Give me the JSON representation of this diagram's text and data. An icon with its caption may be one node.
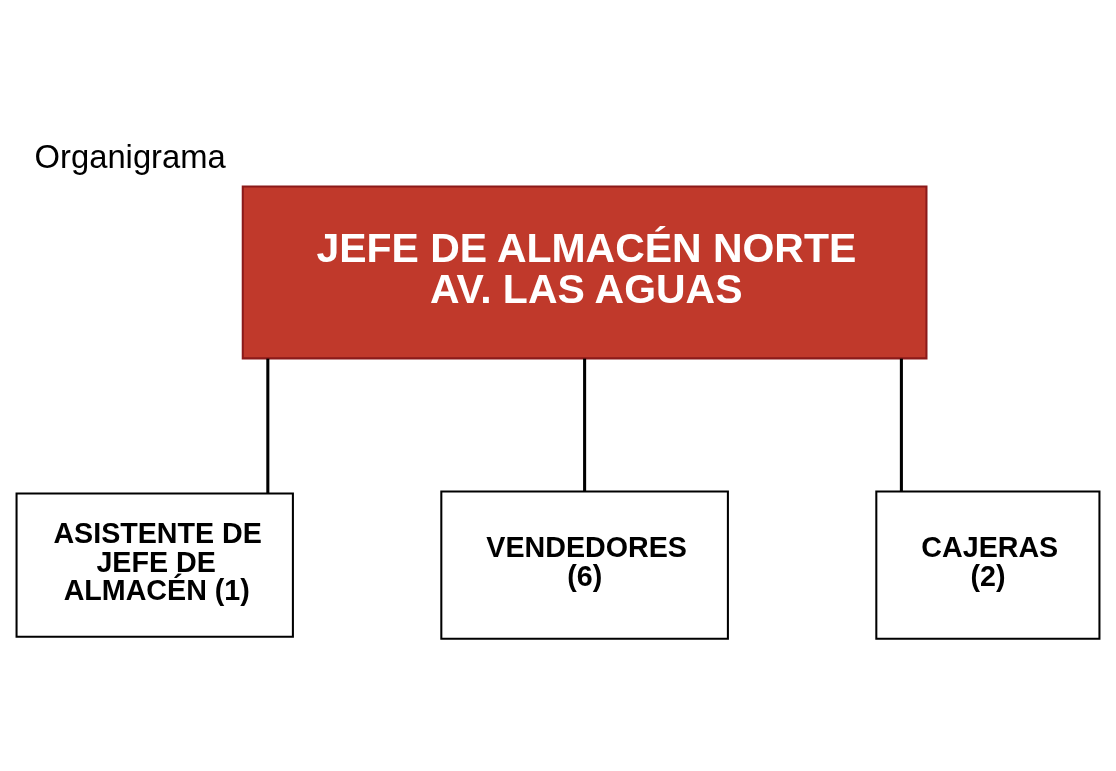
{
  "diagram": {
    "title": "Organigrama",
    "nodes": [
      {
        "text": [
          "JEFE DE ALMACÉN NORTE AV. LAS AGUAS"
        ]
      },
      {
        "text": [
          "ASISTENTE DE JEFE DE ALMACÉN (1)"
        ]
      },
      {
        "text": [
          "VENDEDORES (6)"
        ]
      },
      {
        "text": [
          "CAJERAS (2)"
        ]
      }
    ],
    "edges": [
      {
        "from": 0,
        "to": 1,
        "arrow": "none"
      },
      {
        "from": 0,
        "to": 2,
        "arrow": "none"
      },
      {
        "from": 0,
        "to": 3,
        "arrow": "none"
      }
    ]
  }
}
